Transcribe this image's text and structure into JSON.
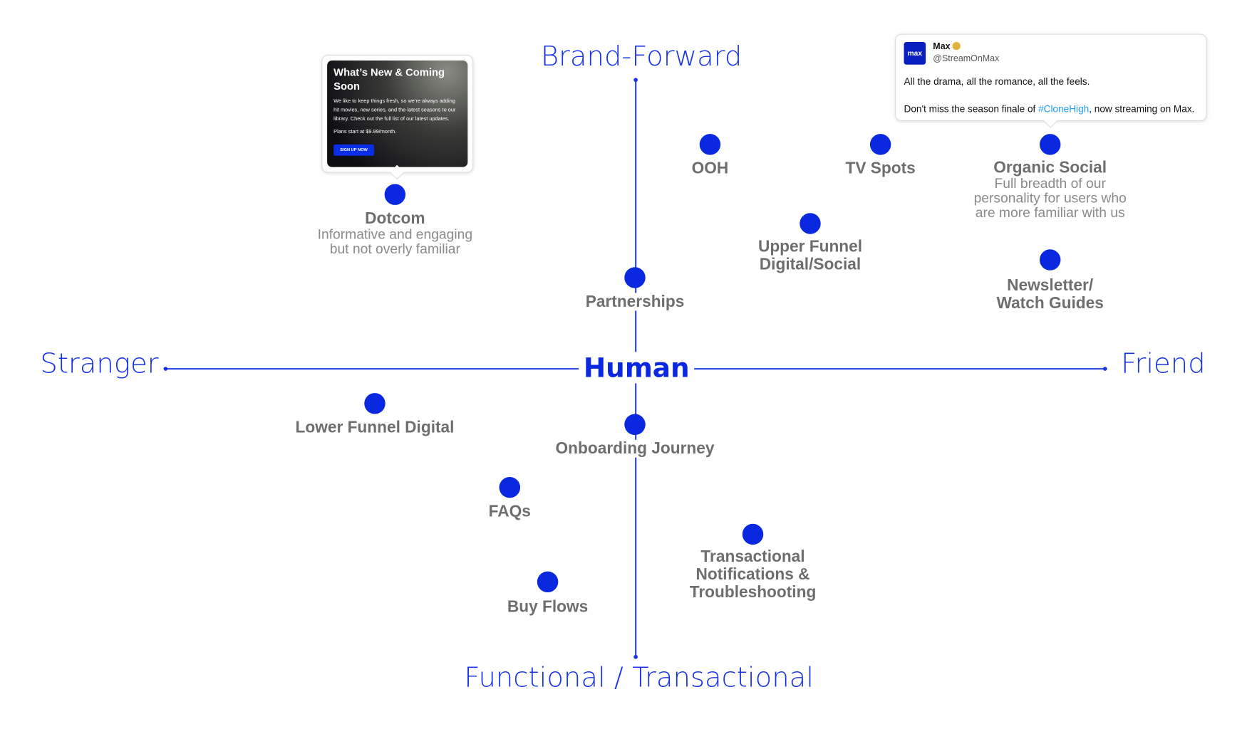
{
  "axes": {
    "top": "Brand-Forward",
    "bottom": "Functional / Transactional",
    "left": "Stranger",
    "right": "Friend",
    "center": "Human"
  },
  "points": [
    {
      "id": "dotcom",
      "title": "Dotcom",
      "subtitle": "Informative and engaging\nbut not overly familiar"
    },
    {
      "id": "ooh",
      "title": "OOH"
    },
    {
      "id": "tv-spots",
      "title": "TV Spots"
    },
    {
      "id": "organic-social",
      "title": "Organic Social",
      "subtitle": "Full breadth of our\npersonality for users who\nare more familiar with us"
    },
    {
      "id": "upper-funnel",
      "title": "Upper Funnel\nDigital/Social"
    },
    {
      "id": "partnerships",
      "title": "Partnerships"
    },
    {
      "id": "newsletter",
      "title": "Newsletter/\nWatch Guides"
    },
    {
      "id": "lower-funnel",
      "title": "Lower Funnel Digital"
    },
    {
      "id": "onboarding",
      "title": "Onboarding Journey"
    },
    {
      "id": "faqs",
      "title": "FAQs"
    },
    {
      "id": "transactional",
      "title": "Transactional\nNotifications &\nTroubleshooting"
    },
    {
      "id": "buy-flows",
      "title": "Buy Flows"
    }
  ],
  "dotcom_card": {
    "title": "What’s New & Coming Soon",
    "body": "We like to keep things fresh, so we’re always adding hit movies, new series, and the latest seasons to our library. Check out the full list of our latest updates.",
    "price": "Plans start at $9.99/month.",
    "button": "SIGN UP NOW"
  },
  "tweet": {
    "logo": "max",
    "name": "Max",
    "handle": "@StreamOnMax",
    "line1": "All the drama, all the romance, all the feels.",
    "line2_pre": "Don't miss the season finale of ",
    "hashtag": "#CloneHigh",
    "line2_post": ", now streaming on Max.",
    "hashtag_color": "#1d9bf0",
    "badge_icon": "verified-badge-icon"
  },
  "colors": {
    "accent": "#0a28e0",
    "label": "#6e6e6e"
  }
}
